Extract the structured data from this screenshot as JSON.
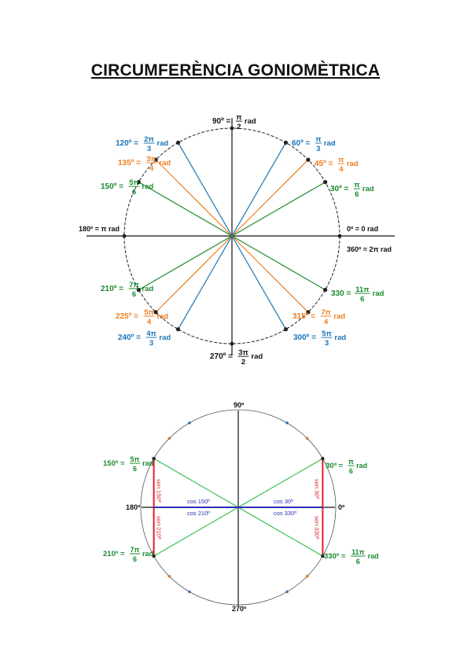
{
  "title": "CIRCUMFERÈNCIA GONIOMÈTRICA",
  "colors": {
    "blue": "#1a74b8",
    "orange": "#f07d1e",
    "green": "#1a8a2e",
    "red": "#e0202a",
    "navy": "#2c2cb8",
    "black": "#111111"
  },
  "diagram1": {
    "axis_labels": {
      "top": {
        "deg": "90º =",
        "num": "π",
        "den": "2",
        "unit": "rad"
      },
      "bottom": {
        "deg": "270º =",
        "num": "3π",
        "den": "2",
        "unit": "rad"
      },
      "left": "180º = π rad",
      "right": "0º = 0 rad",
      "right_below": "360º = 2π rad"
    },
    "angles": [
      {
        "deg": 30,
        "color": "green",
        "text": "30º =",
        "num": "π",
        "den": "6",
        "unit": "rad"
      },
      {
        "deg": 45,
        "color": "orange",
        "text": "45º =",
        "num": "π",
        "den": "4",
        "unit": "rad"
      },
      {
        "deg": 60,
        "color": "blue",
        "text": "60º =",
        "num": "π",
        "den": "3",
        "unit": "rad"
      },
      {
        "deg": 120,
        "color": "blue",
        "text": "120º =",
        "num": "2π",
        "den": "3",
        "unit": "rad"
      },
      {
        "deg": 135,
        "color": "orange",
        "text": "135º =",
        "num": "3π",
        "den": "4",
        "unit": "rad"
      },
      {
        "deg": 150,
        "color": "green",
        "text": "150º =",
        "num": "5π",
        "den": "6",
        "unit": "rad"
      },
      {
        "deg": 210,
        "color": "green",
        "text": "210º =",
        "num": "7π",
        "den": "6",
        "unit": "rad"
      },
      {
        "deg": 225,
        "color": "orange",
        "text": "225º =",
        "num": "5π",
        "den": "4",
        "unit": "rad"
      },
      {
        "deg": 240,
        "color": "blue",
        "text": "240º =",
        "num": "4π",
        "den": "3",
        "unit": "rad"
      },
      {
        "deg": 300,
        "color": "blue",
        "text": "300º =",
        "num": "5π",
        "den": "3",
        "unit": "rad"
      },
      {
        "deg": 315,
        "color": "orange",
        "text": "315º =",
        "num": "7π",
        "den": "4",
        "unit": "rad"
      },
      {
        "deg": 330,
        "color": "green",
        "text": "330 =",
        "num": "11π",
        "den": "6",
        "unit": "rad"
      }
    ]
  },
  "diagram2": {
    "axis_labels": {
      "top": "90º",
      "bottom": "270º",
      "left": "180º",
      "right": "0º"
    },
    "angles": [
      {
        "deg": 30,
        "text": "30º =",
        "num": "π",
        "den": "6",
        "unit": "rad"
      },
      {
        "deg": 150,
        "text": "150º =",
        "num": "5π",
        "den": "6",
        "unit": "rad"
      },
      {
        "deg": 210,
        "text": "210º =",
        "num": "7π",
        "den": "6",
        "unit": "rad"
      },
      {
        "deg": 330,
        "text": "330º =",
        "num": "11π",
        "den": "6",
        "unit": "rad"
      }
    ],
    "dot_angles": [
      45,
      60,
      120,
      135,
      225,
      240,
      300,
      315
    ],
    "cos_labels": {
      "cos150": "cos 150º",
      "cos210": "cos 210º",
      "cos30": "cos 30º",
      "cos330": "cos 330º"
    },
    "sen_labels": {
      "sen150": "sen 150º",
      "sen210": "sen 210º",
      "sen30": "sen 30º",
      "sen330": "sen 330º"
    }
  }
}
